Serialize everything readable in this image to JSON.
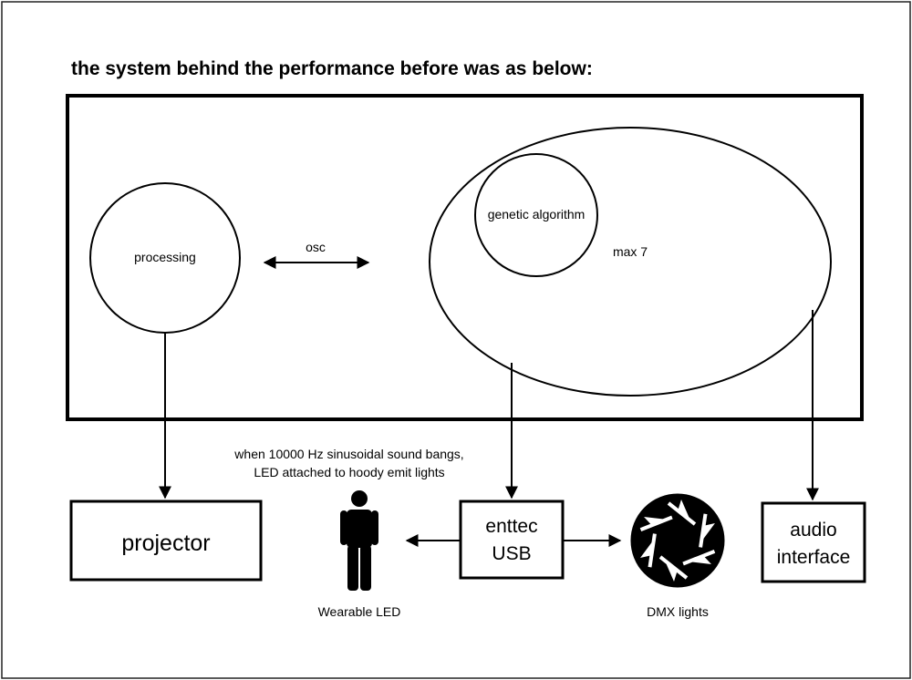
{
  "title": "the system behind the performance before was as below:",
  "nodes": {
    "processing": "processing",
    "max": "max 7",
    "genetic": "genetic algorithm",
    "projector": "projector",
    "enttec_line1": "enttec",
    "enttec_line2": "USB",
    "audio_line1": "audio",
    "audio_line2": "interface"
  },
  "edges": {
    "osc": "osc"
  },
  "annotations": {
    "note_line1": "when 10000 Hz sinusoidal sound bangs,",
    "note_line2": "LED attached to hoody emit lights",
    "wearable": "Wearable LED",
    "dmx": "DMX lights"
  },
  "icons": {
    "person": "person-icon",
    "dmx": "aperture-icon"
  }
}
